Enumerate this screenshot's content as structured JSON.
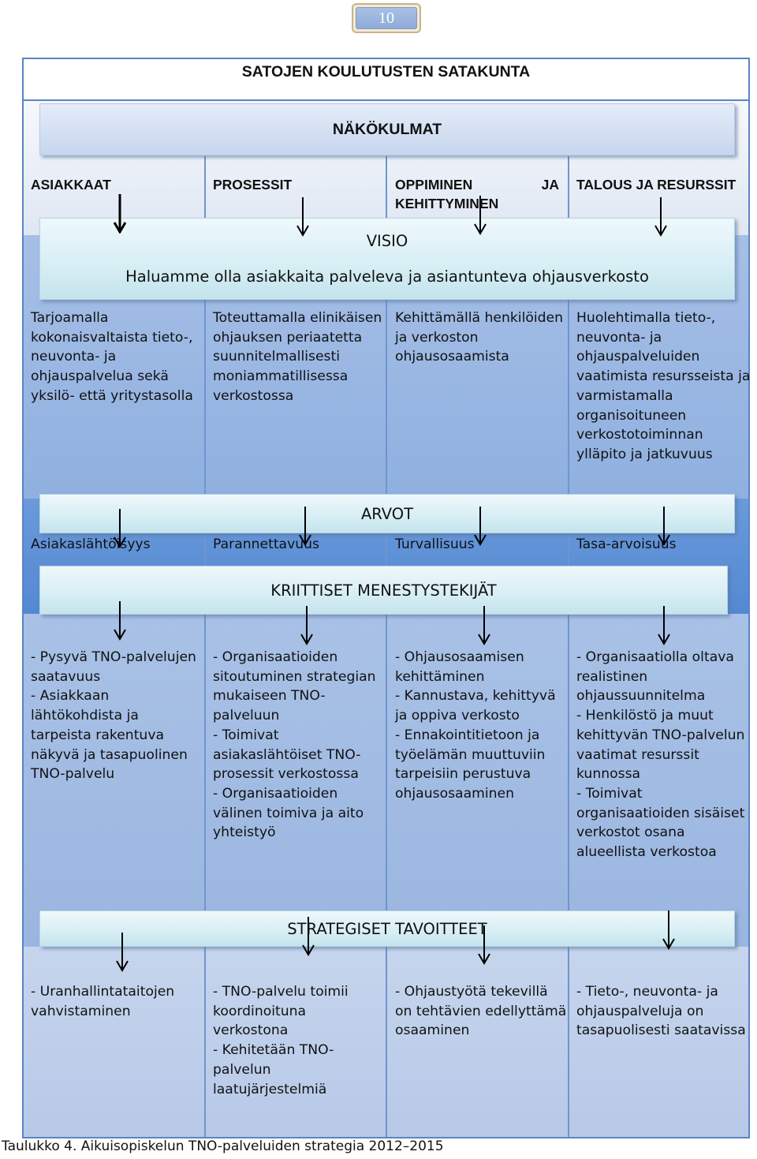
{
  "page_number": "10",
  "title": "SATOJEN KOULUTUSTEN SATAKUNTA",
  "nakokulmat": "NÄKÖKULMAT",
  "headers": [
    "ASIAKKAAT",
    "PROSESSIT",
    "OPPIMINEN JA",
    "KEHITTYMINEN",
    "TALOUS JA RESURSSIT"
  ],
  "visio": {
    "label": "VISIO",
    "text": "Haluamme olla asiakkaita palveleva ja asiantunteva ohjausverkosto"
  },
  "visio_cells": [
    [
      "Tarjoamalla",
      "kokonaisvaltaista tieto-,",
      "neuvonta- ja",
      "ohjauspalvelua sekä",
      "yksilö- että yritystasolla"
    ],
    [
      "Toteuttamalla elinikäisen",
      "ohjauksen periaatetta",
      "suunnitelmallisesti",
      "moniammatillisessa",
      "verkostossa"
    ],
    [
      "Kehittämällä henkilöiden",
      "ja verkoston",
      "ohjausosaamista"
    ],
    [
      "Huolehtimalla tieto-,",
      "neuvonta- ja",
      "ohjauspalveluiden",
      "vaatimista resursseista ja",
      "varmistamalla",
      "organisoituneen",
      "verkostotoiminnan",
      "ylläpito ja jatkuvuus"
    ]
  ],
  "arvot": {
    "label": "ARVOT",
    "values": [
      "Asiakaslähtöisyys",
      "Parannettavuus",
      "Turvallisuus",
      "Tasa-arvoisuus"
    ]
  },
  "kriittiset": {
    "label": "KRIITTISET MENESTYSTEKIJÄT",
    "cells": [
      [
        "- Pysyvä TNO-palvelujen",
        "saatavuus",
        "- Asiakkaan",
        "lähtökohdista ja",
        "tarpeista rakentuva",
        "näkyvä ja tasapuolinen",
        "TNO-palvelu"
      ],
      [
        "- Organisaatioiden",
        "sitoutuminen strategian",
        "mukaiseen TNO-",
        "palveluun",
        "- Toimivat",
        "asiakaslähtöiset TNO-",
        "prosessit verkostossa",
        "- Organisaatioiden",
        "välinen toimiva ja aito",
        "yhteistyö"
      ],
      [
        "- Ohjausosaamisen",
        "kehittäminen",
        "- Kannustava, kehittyvä",
        "ja oppiva verkosto",
        "- Ennakointitietoon ja",
        "työelämän muuttuviin",
        "tarpeisiin perustuva",
        "ohjausosaaminen"
      ],
      [
        "- Organisaatiolla oltava",
        "realistinen",
        "ohjaussuunnitelma",
        "- Henkilöstö ja muut",
        "kehittyvän TNO-palvelun",
        "vaatimat resurssit",
        "kunnossa",
        "- Toimivat",
        "organisaatioiden sisäiset",
        "verkostot osana",
        "alueellista verkostoa"
      ]
    ]
  },
  "strategiset": {
    "label": "STRATEGISET TAVOITTEET",
    "cells": [
      [
        "- Uranhallintataitojen",
        "vahvistaminen"
      ],
      [
        "- TNO-palvelu toimii",
        "koordinoituna",
        "verkostona",
        "- Kehitetään TNO-",
        "palvelun",
        "laatujärjestelmiä"
      ],
      [
        "- Ohjaustyötä tekevillä",
        "on tehtävien edellyttämä",
        "osaaminen"
      ],
      [
        "- Tieto-, neuvonta- ja",
        "ohjauspalveluja on",
        "tasapuolisesti saatavissa"
      ]
    ]
  },
  "caption": "Taulukko 4. Aikuisopiskelun TNO-palveluiden strategia 2012–2015",
  "colors": {
    "frame": "#5b84c4",
    "band_light": "#c8d6eb",
    "band_mid": "#94b2e0",
    "band_deep": "#5b8fd6",
    "banner": "#d6eef4"
  }
}
